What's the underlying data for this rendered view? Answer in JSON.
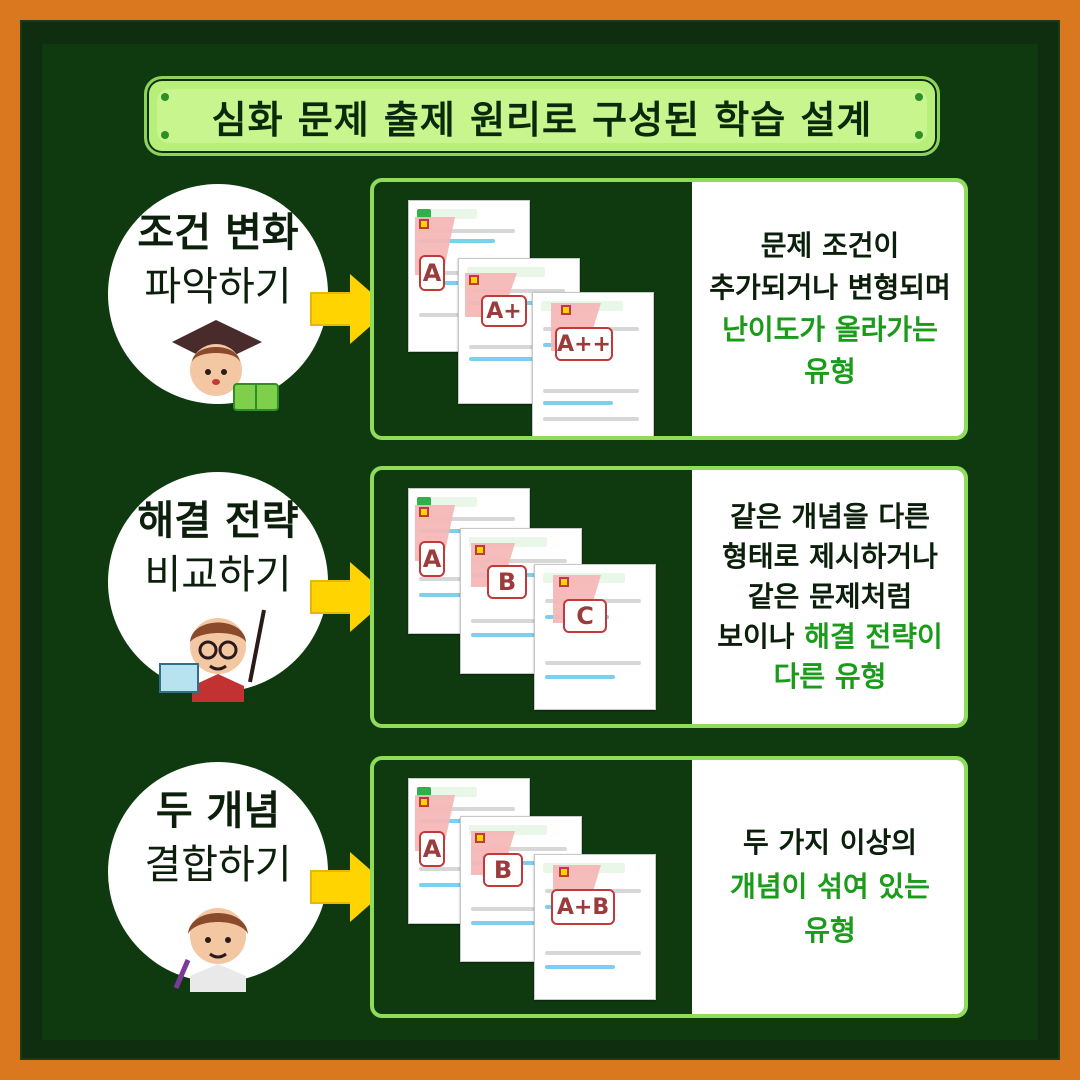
{
  "title": "심화 문제 출제 원리로 구성된 학습 설계",
  "colors": {
    "frame": "#d9781f",
    "board": "#0f3a10",
    "accent_green": "#1a9b1a",
    "card_border": "#8fdc5a",
    "arrow": "#ffd400"
  },
  "rows": [
    {
      "heading_bold": "조건 변화",
      "heading_light": "파악하기",
      "labels": [
        "A",
        "A+",
        "A++"
      ],
      "desc_lines": [
        {
          "text": "문제 조건이",
          "green": false
        },
        {
          "text": "추가되거나 변형되며",
          "green": false
        },
        {
          "text": "난이도가 올라가는",
          "green": true
        },
        {
          "text": "유형",
          "green": true
        }
      ],
      "mascot": "graduation-girl-icon"
    },
    {
      "heading_bold": "해결 전략",
      "heading_light": "비교하기",
      "labels": [
        "A",
        "B",
        "C"
      ],
      "desc_lines": [
        {
          "text": "같은 개념을 다른",
          "green": false
        },
        {
          "text": "형태로 제시하거나",
          "green": false
        },
        {
          "text": "같은 문제처럼",
          "green": false
        },
        {
          "text": "보이나 해결 전략이",
          "mixed": true,
          "prefix": "보이나 ",
          "green_part": "해결 전략이"
        },
        {
          "text": "다른 유형",
          "green": true
        }
      ],
      "mascot": "teacher-boy-icon"
    },
    {
      "heading_bold": "두 개념",
      "heading_light": "결합하기",
      "labels": [
        "A",
        "B",
        "A+B"
      ],
      "desc_lines": [
        {
          "text": "두 가지 이상의",
          "green": false
        },
        {
          "text": "개념이 섞여 있는",
          "green": true
        },
        {
          "text": "유형",
          "green": true
        }
      ],
      "mascot": "student-boy-icon"
    }
  ]
}
